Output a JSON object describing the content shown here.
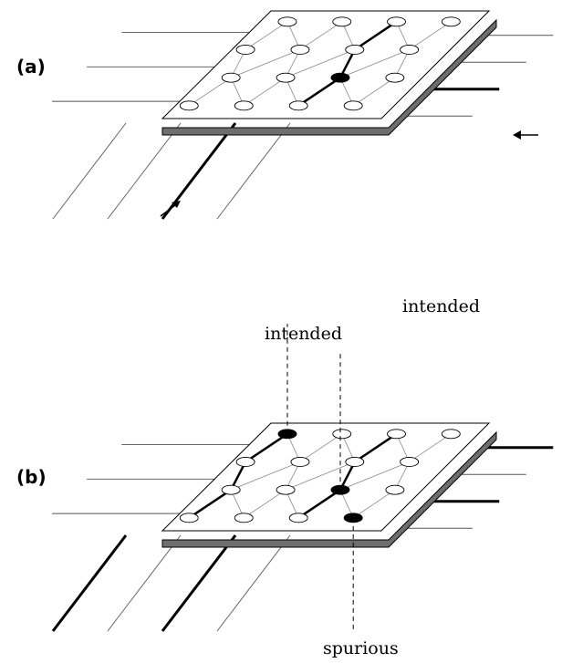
{
  "panels": [
    {
      "label": "(a)",
      "grid_rows": 4,
      "grid_cols": 4,
      "selected_nodes": [
        [
          1,
          2
        ]
      ],
      "highlighted_rows": [
        1
      ],
      "highlighted_cols": [
        2
      ],
      "annotations": []
    },
    {
      "label": "(b)",
      "grid_rows": 4,
      "grid_cols": 4,
      "selected_nodes": [
        [
          1,
          2
        ],
        [
          3,
          0
        ],
        [
          0,
          3
        ]
      ],
      "highlighted_rows": [
        1,
        3
      ],
      "highlighted_cols": [
        2,
        0
      ],
      "annotations": [
        {
          "text": "intended",
          "node": [
            1,
            2
          ]
        },
        {
          "text": "intended",
          "node": [
            3,
            0
          ]
        },
        {
          "text": "spurious",
          "node": [
            0,
            3
          ]
        }
      ]
    }
  ],
  "colors": {
    "line": "#000000",
    "wire": "#555555",
    "base_plate": "#6e6e6e",
    "node_fill": "#ffffff",
    "node_selected": "#000000"
  }
}
